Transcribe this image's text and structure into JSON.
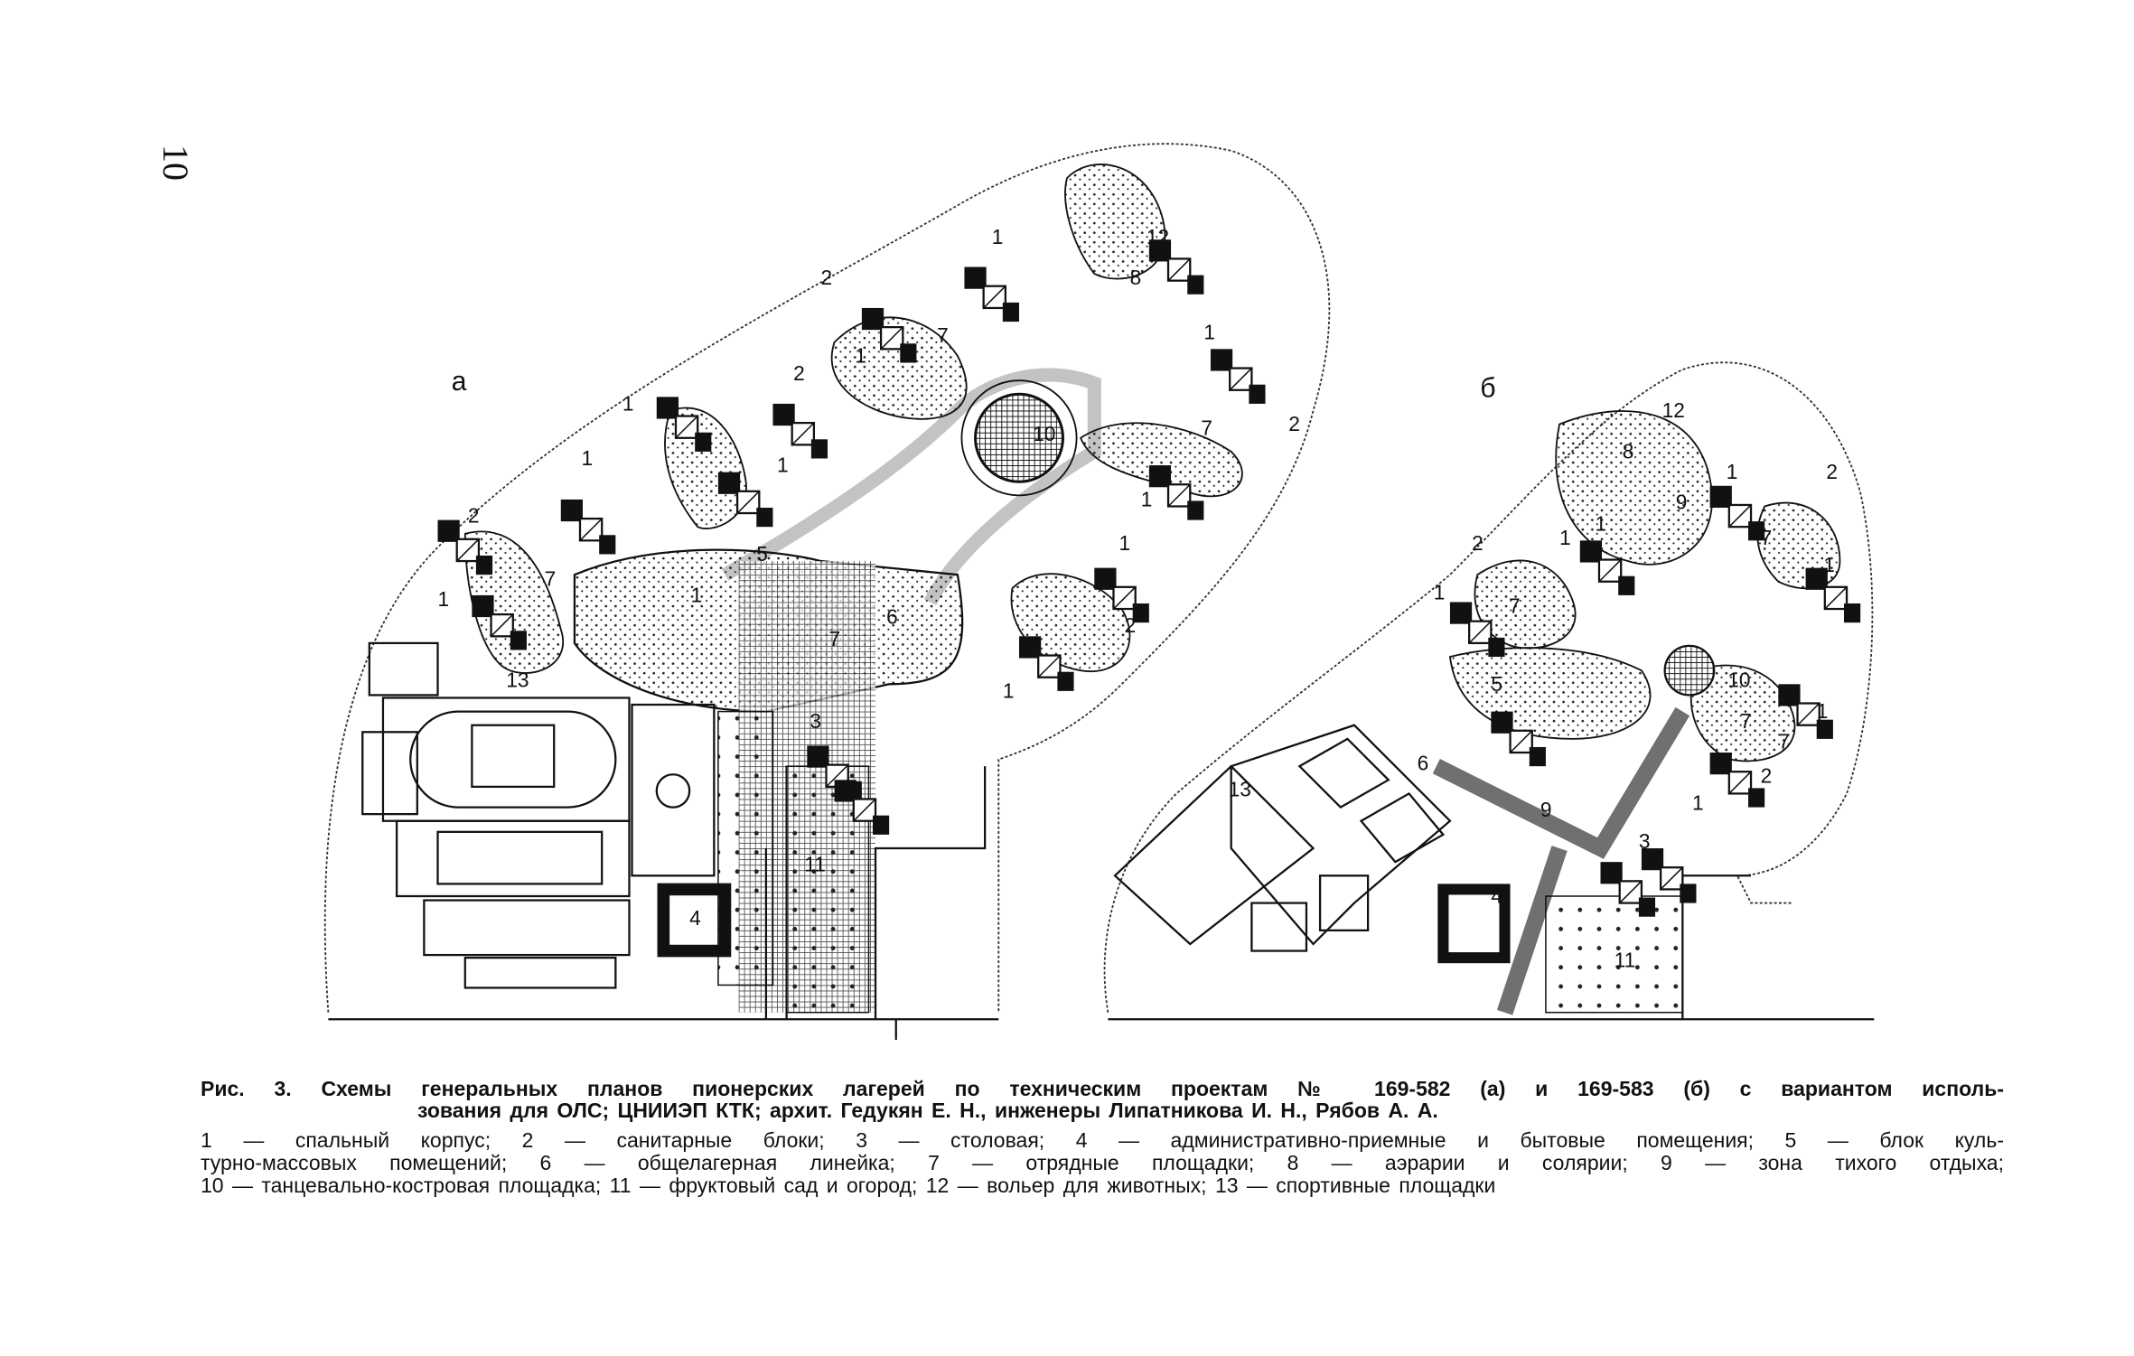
{
  "page_number": "10",
  "plan_a": {
    "letter": "а",
    "labels": [
      "1",
      "2",
      "7",
      "1",
      "1",
      "2",
      "7",
      "1",
      "1",
      "2",
      "7",
      "1",
      "1",
      "7",
      "2",
      "1",
      "12",
      "8",
      "10",
      "5",
      "6",
      "3",
      "13",
      "4",
      "11",
      "1",
      "7",
      "1",
      "2",
      "1"
    ]
  },
  "plan_b": {
    "letter": "б",
    "labels": [
      "12",
      "8",
      "9",
      "1",
      "2",
      "7",
      "1",
      "2",
      "1",
      "7",
      "1",
      "1",
      "7",
      "10",
      "5",
      "6",
      "7",
      "1",
      "2",
      "1",
      "13",
      "3",
      "4",
      "11",
      "9"
    ]
  },
  "caption": {
    "title_line1": "Рис. 3. Схемы генеральных планов пионерских лагерей по техническим проектам № 169-582 (а) и 169-583 (б) с вариантом исполь-",
    "title_line2": "зования для ОЛС; ЦНИИЭП КТК; архит. Гедукян Е. Н., инженеры Липатникова И. Н., Рябов А. А.",
    "legend_line1": "1 — спальный корпус; 2 — санитарные блоки; 3 — столовая; 4 — административно-приемные и бытовые помещения; 5 — блок куль-",
    "legend_line2": "турно-массовых помещений; 6 — общелагерная линейка; 7 — отрядные площадки; 8 — аэрарии и солярии; 9 — зона тихого отдыха;",
    "legend_line3": "10 — танцевально-костровая площадка; 11 — фруктовый сад и огород; 12 — вольер для животных; 13 — спортивные площадки"
  }
}
